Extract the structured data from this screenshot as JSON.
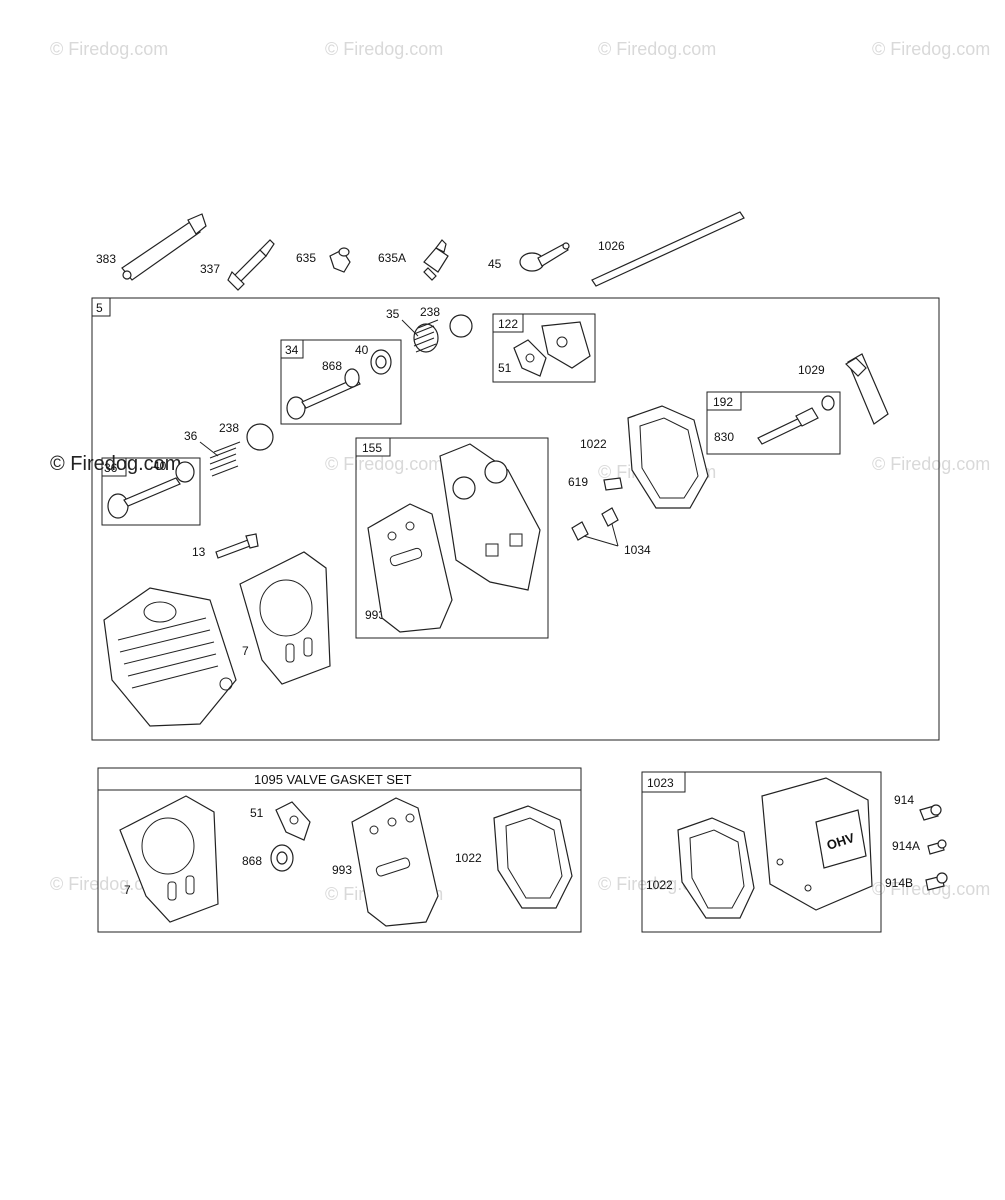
{
  "watermark": "© Firedog.com",
  "top_parts": {
    "p383": "383",
    "p337": "337",
    "p635": "635",
    "p635a": "635A",
    "p45": "45",
    "p1026": "1026"
  },
  "assembly": {
    "box_label": "5",
    "p35": "35",
    "p238a": "238",
    "box34": "34",
    "p868": "868",
    "p40a": "40",
    "box122": "122",
    "p51": "51",
    "p1029": "1029",
    "box192": "192",
    "p830": "830",
    "p36": "36",
    "p238b": "238",
    "box36": "36",
    "p40b": "40",
    "box155": "155",
    "p993": "993",
    "p1022": "1022",
    "p619": "619",
    "p1034": "1034",
    "p13": "13",
    "p7": "7"
  },
  "gasket_set": {
    "title": "1095 VALVE GASKET SET",
    "p51": "51",
    "p868": "868",
    "p7": "7",
    "p993": "993",
    "p1022": "1022"
  },
  "cover_kit": {
    "box_label": "1023",
    "p914": "914",
    "p914a": "914A",
    "p914b": "914B",
    "p1022": "1022",
    "cover_text": "OHV"
  }
}
